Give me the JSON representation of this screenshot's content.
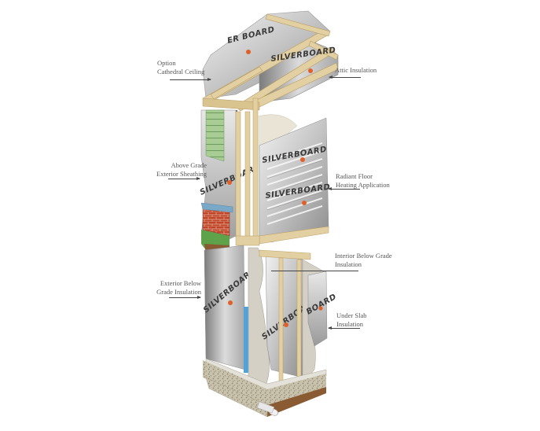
{
  "diagram": {
    "type": "cutaway-illustration",
    "subject": "SILVERBOARD insulation applications in a building section",
    "brand_text": "SILVERBOARD",
    "brand_text_partial_top": "ER BOARD",
    "colors": {
      "insulation_foil": "#c9c9c9",
      "insulation_foil_dark": "#7a7a7a",
      "timber": "#e2cfa3",
      "timber_edge": "#b89c62",
      "concrete": "#d4d0c6",
      "gravel": "#bdb6a0",
      "soil": "#8a5a32",
      "brick": "#c0462a",
      "siding_green": "#9ac48a",
      "grass": "#5ea24a",
      "blue_membrane": "#4fa3d9",
      "brand_flame": "#e0602a",
      "arrow": "#444444",
      "label_text": "#555555"
    }
  },
  "labels": {
    "cathedral_ceiling": {
      "line1": "Option",
      "line2": "Cathedral Ceiling"
    },
    "attic_insulation": {
      "line1": "Attic Insulation"
    },
    "above_grade": {
      "line1": "Above Grade",
      "line2": "Exterior Sheathing"
    },
    "radiant_floor": {
      "line1": "Radiant Floor",
      "line2": "Heating Application"
    },
    "interior_below_grade": {
      "line1": "Interior Below Grade",
      "line2": "Insulation"
    },
    "exterior_below_grade": {
      "line1": "Exterior Below",
      "line2": "Grade Insulation"
    },
    "under_slab": {
      "line1": "Under Slab",
      "line2": "Insulation"
    }
  }
}
